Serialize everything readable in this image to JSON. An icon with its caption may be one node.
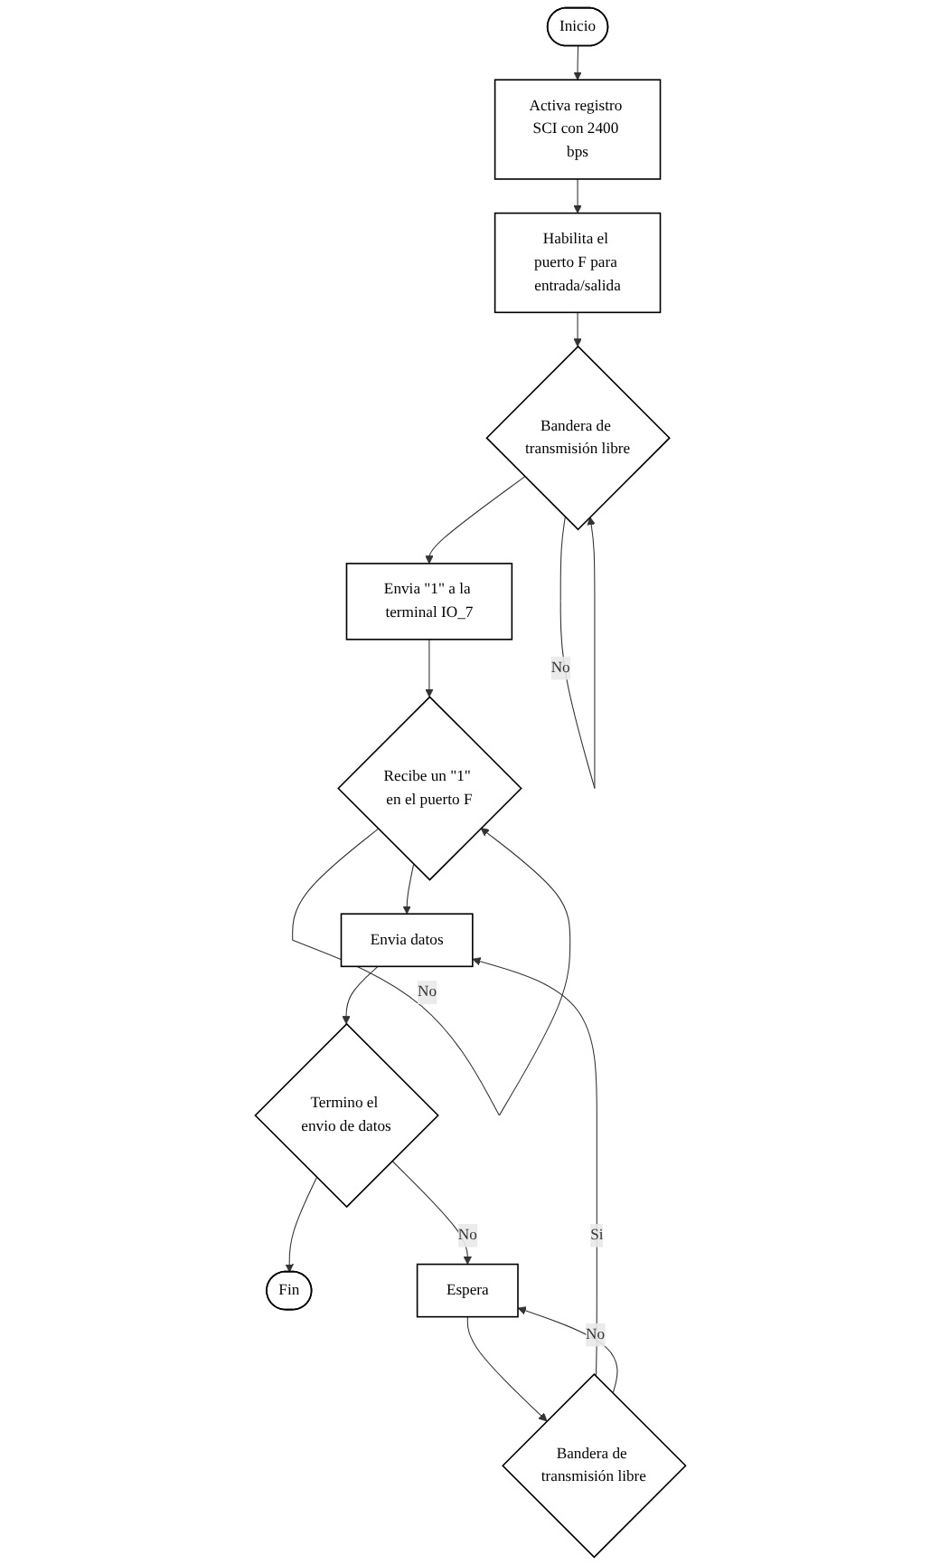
{
  "diagram": {
    "nodes": [
      {
        "text": [
          "Inicio"
        ]
      },
      {
        "text": [
          "Activa registro SCI con 2400 bps"
        ]
      },
      {
        "text": [
          "Habilita el puerto F para entrada/salida"
        ]
      },
      {
        "text": [
          "Bandera de transmisión libre"
        ]
      },
      {
        "text": [
          "Envia \"1\" a la terminal IO_7"
        ]
      },
      {
        "text": [
          "Recibe un \"1\" en el puerto F"
        ]
      },
      {
        "text": [
          "Envia datos"
        ]
      },
      {
        "text": [
          "Termino el envio de datos"
        ]
      },
      {
        "text": [
          "Fin"
        ]
      },
      {
        "text": [
          "Espera"
        ]
      },
      {
        "text": [
          "Bandera de transmisión libre"
        ]
      }
    ],
    "edges": [
      {
        "from": 0,
        "to": 1,
        "arrow": "to"
      },
      {
        "from": 1,
        "to": 2,
        "arrow": "to"
      },
      {
        "from": 2,
        "to": 3,
        "arrow": "to"
      },
      {
        "from": 3,
        "to": 3,
        "label": "No",
        "arrow": "to"
      },
      {
        "from": 3,
        "to": 4,
        "arrow": "to"
      },
      {
        "from": 4,
        "to": 5,
        "arrow": "to"
      },
      {
        "from": 5,
        "to": 5,
        "label": "No",
        "arrow": "to"
      },
      {
        "from": 5,
        "to": 6,
        "arrow": "to"
      },
      {
        "from": 6,
        "to": 7,
        "arrow": "to"
      },
      {
        "from": 7,
        "to": 8,
        "arrow": "to"
      },
      {
        "from": 7,
        "to": 9,
        "label": "No",
        "arrow": "to"
      },
      {
        "from": 9,
        "to": 10,
        "arrow": "to"
      },
      {
        "from": 10,
        "to": 6,
        "label": "Si",
        "arrow": "to"
      },
      {
        "from": 10,
        "to": 9,
        "label": "No",
        "arrow": "to"
      }
    ]
  }
}
